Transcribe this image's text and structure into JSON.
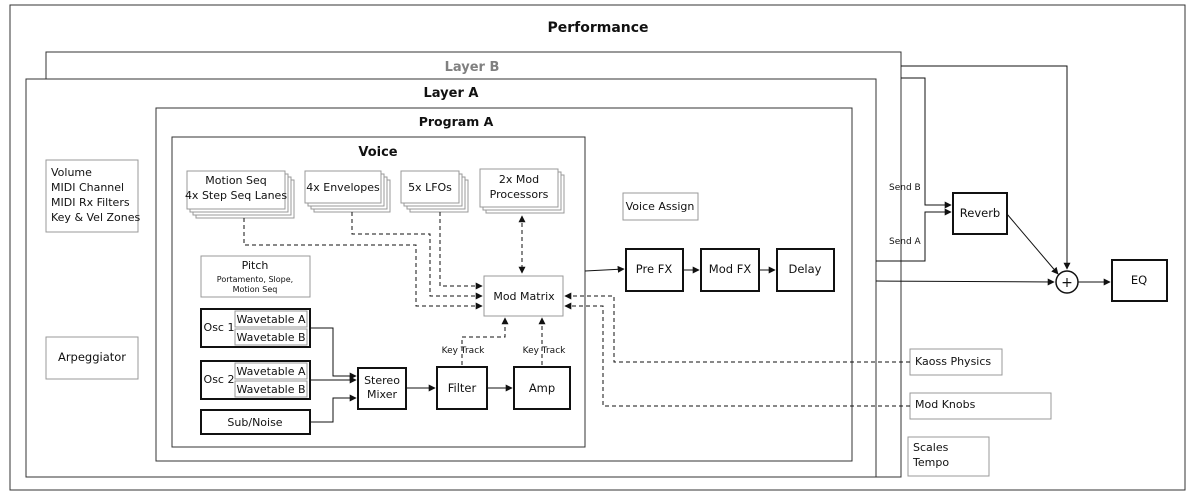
{
  "titles": {
    "performance": "Performance",
    "layer_b": "Layer B",
    "layer_a": "Layer A",
    "program_a": "Program A",
    "voice": "Voice"
  },
  "layer_settings": [
    "Volume",
    "MIDI Channel",
    "MIDI Rx Filters",
    "Key & Vel Zones"
  ],
  "arpeggiator": "Arpeggiator",
  "modulators": {
    "motion_seq": [
      "Motion Seq",
      "4x Step Seq Lanes"
    ],
    "envelopes": "4x Envelopes",
    "lfos": "5x LFOs",
    "mod_processors": [
      "2x Mod",
      "Processors"
    ]
  },
  "pitch": {
    "title": "Pitch",
    "detail": [
      "Portamento, Slope,",
      "Motion Seq"
    ]
  },
  "mod_matrix": "Mod Matrix",
  "voice_assign": "Voice Assign",
  "osc1": {
    "label": "Osc 1",
    "options": [
      "Wavetable A",
      "Wavetable B"
    ]
  },
  "osc2": {
    "label": "Osc 2",
    "options": [
      "Wavetable A",
      "Wavetable B"
    ]
  },
  "sub_noise": "Sub/Noise",
  "stereo_mixer": [
    "Stereo",
    "Mixer"
  ],
  "filter": "Filter",
  "amp": "Amp",
  "key_track_1": "Key Track",
  "key_track_2": "Key Track",
  "effects": {
    "pre_fx": "Pre FX",
    "mod_fx": "Mod FX",
    "delay": "Delay"
  },
  "reverb": "Reverb",
  "eq": "EQ",
  "send_b": "Send B",
  "send_a": "Send A",
  "sum_symbol": "+",
  "kaoss_physics": "Kaoss Physics",
  "mod_knobs": "Mod Knobs",
  "scales_tempo": [
    "Scales",
    "Tempo"
  ],
  "colors": {
    "line": "#111111",
    "layer_b_text": "#808080",
    "stack_border": "#999999"
  }
}
